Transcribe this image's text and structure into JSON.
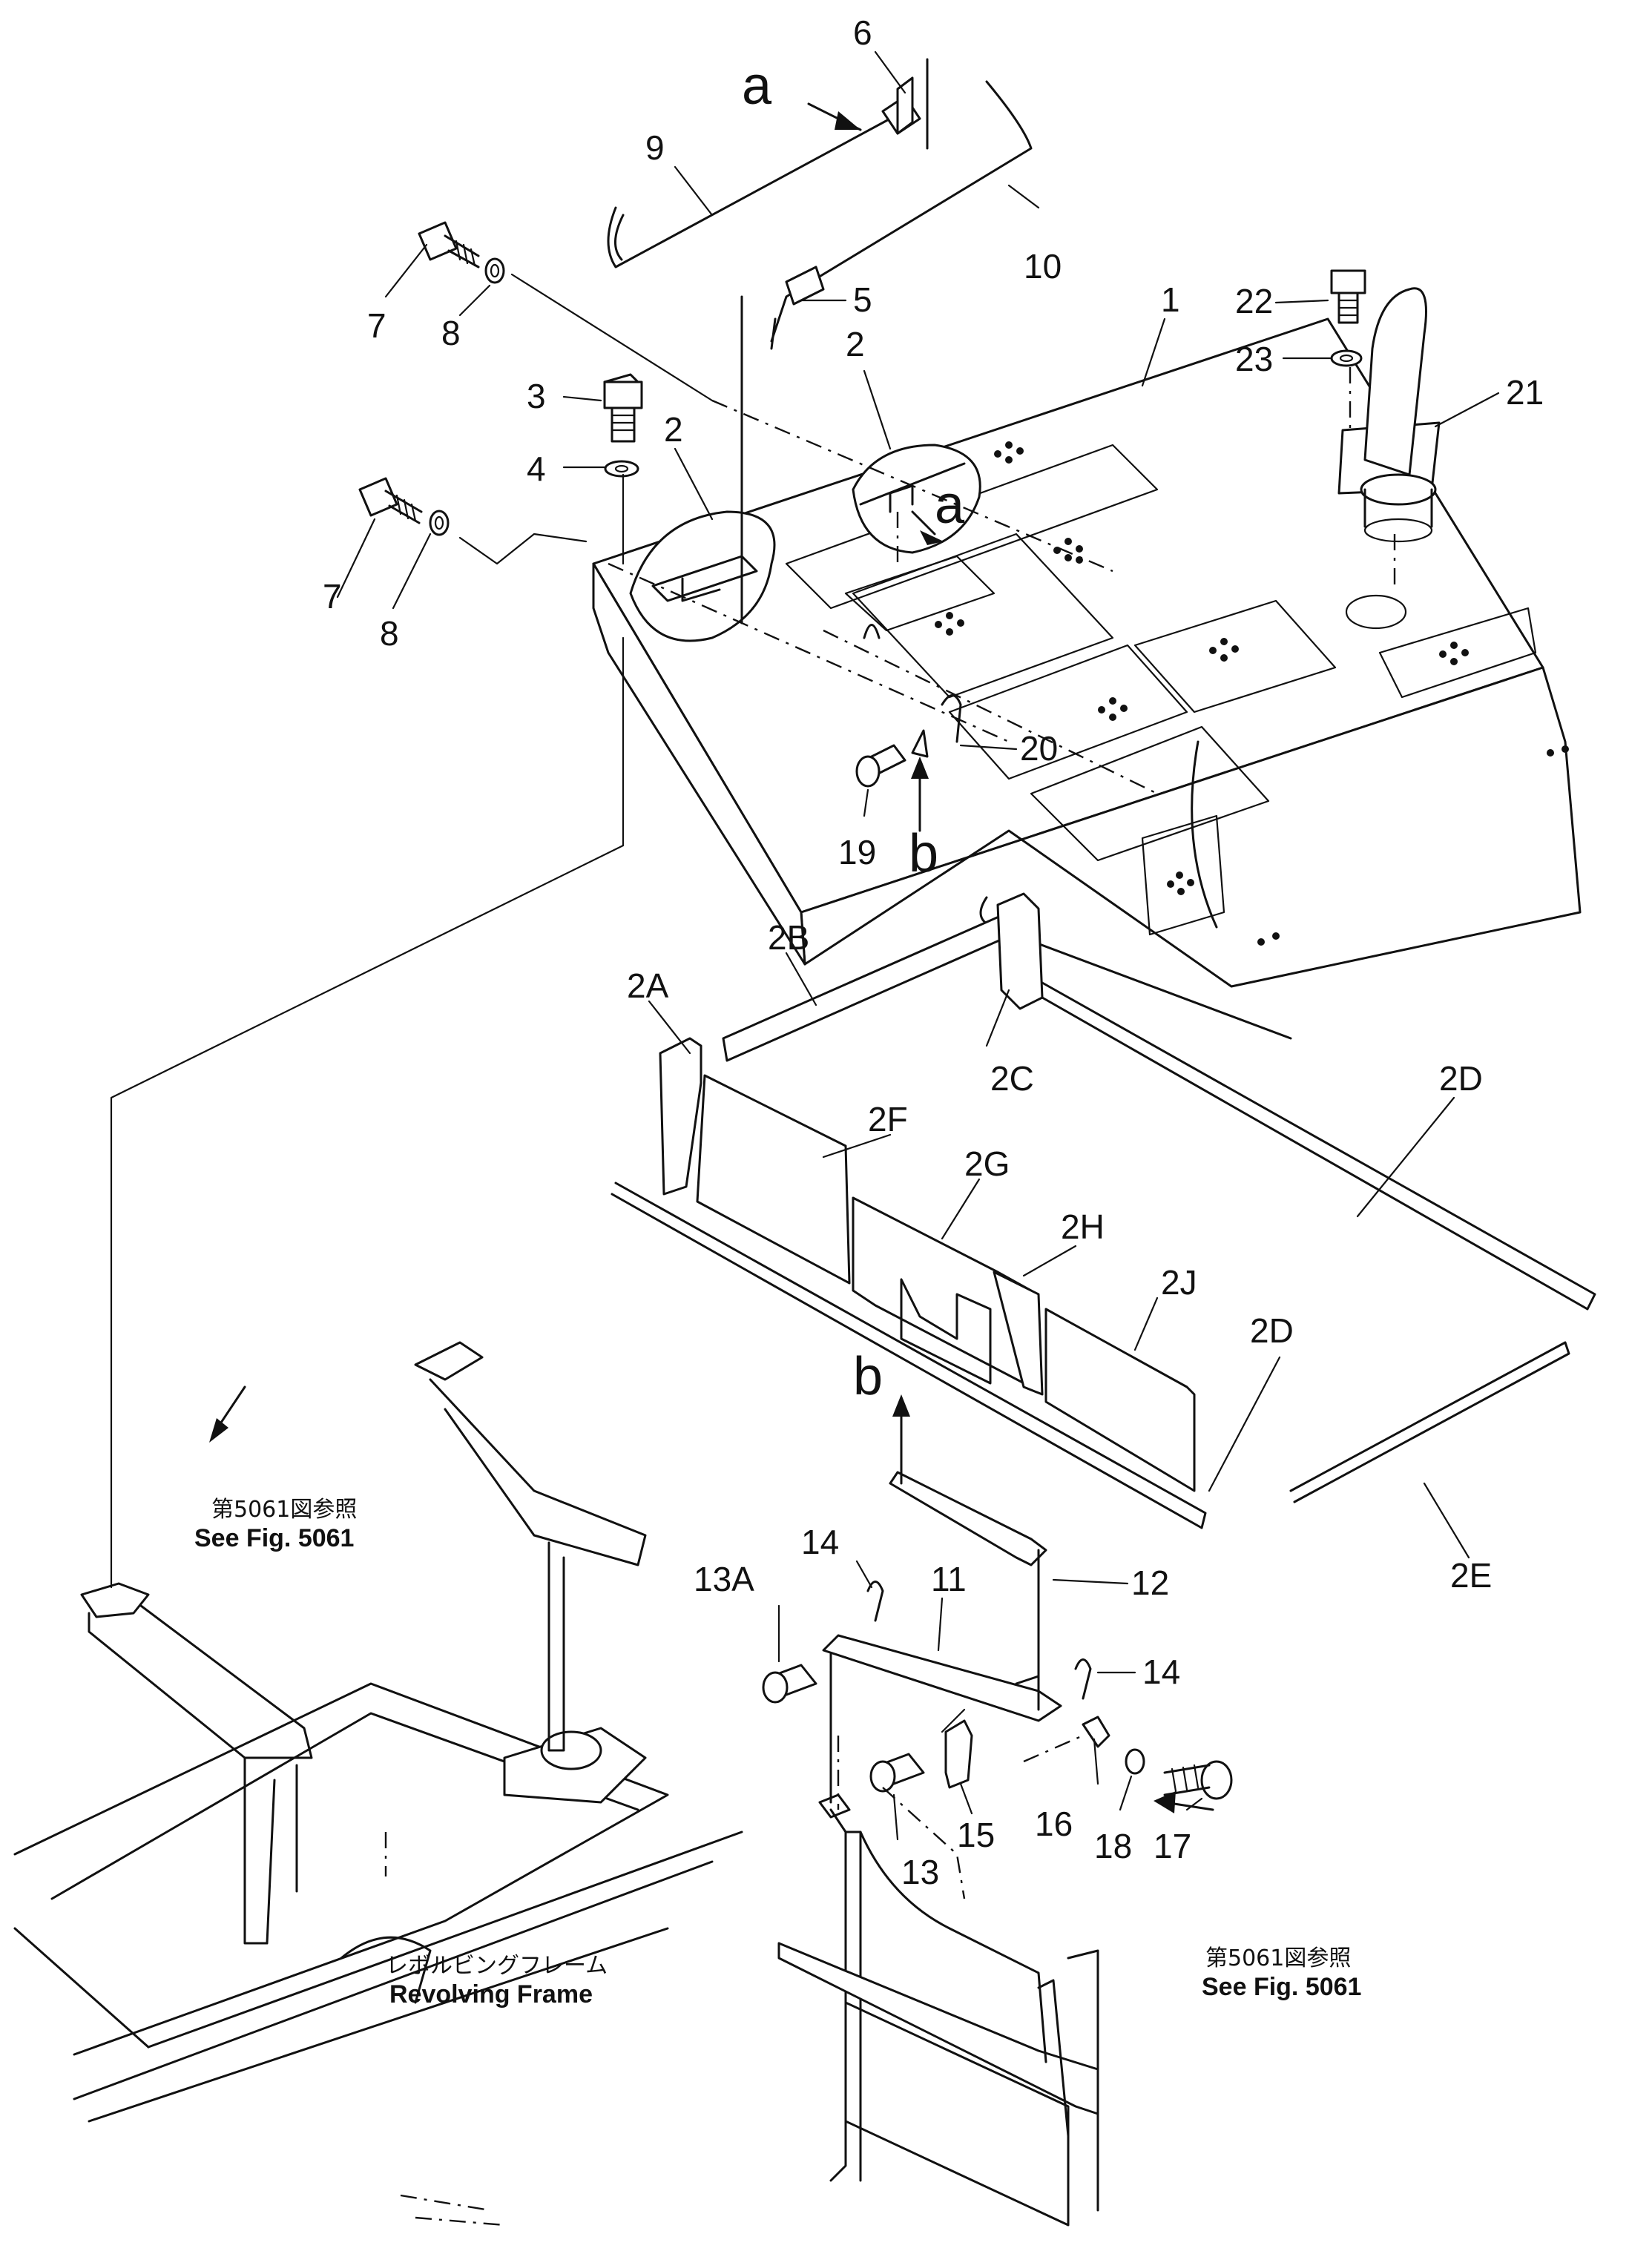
{
  "labels": {
    "p1": "1",
    "p2a": "2",
    "p2b": "2",
    "p3": "3",
    "p4": "4",
    "p5": "5",
    "p6": "6",
    "p7a": "7",
    "p7b": "7",
    "p8a": "8",
    "p8b": "8",
    "p9": "9",
    "p10": "10",
    "p11": "11",
    "p12": "12",
    "p13": "13",
    "p13A": "13A",
    "p14a": "14",
    "p14b": "14",
    "p15": "15",
    "p16": "16",
    "p17": "17",
    "p18": "18",
    "p19": "19",
    "p20": "20",
    "p21": "21",
    "p22": "22",
    "p23": "23",
    "p2A": "2A",
    "p2B": "2B",
    "p2C": "2C",
    "p2Da": "2D",
    "p2Db": "2D",
    "p2E": "2E",
    "p2F": "2F",
    "p2G": "2G",
    "p2H": "2H",
    "p2J": "2J"
  },
  "views": {
    "a1": "a",
    "a2": "a",
    "b1": "b",
    "b2": "b"
  },
  "notes": {
    "ref_left_jp": "第5061図参照",
    "ref_left_en": "See Fig. 5061",
    "ref_right_jp": "第5061図参照",
    "ref_right_en": "See Fig. 5061",
    "frame_jp": "レボルビングフレーム",
    "frame_en": "Revolving Frame"
  }
}
